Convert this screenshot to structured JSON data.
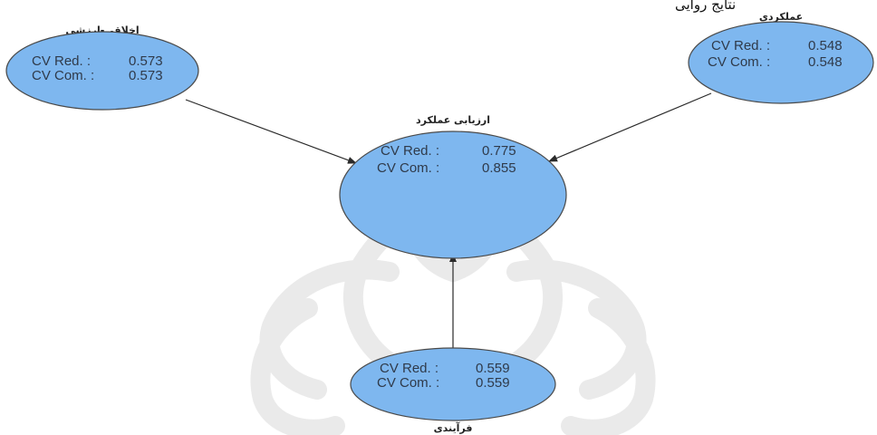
{
  "header_fragment": "نتایج روایی",
  "colors": {
    "node_fill": "#7eb7ef",
    "node_stroke": "#4a4a4a",
    "edge": "#2a2a2a",
    "watermark": "#d9d9d9"
  },
  "nodes": {
    "ethical": {
      "title": "اخلاقی-ارزشی",
      "red_label": "CV Red. :",
      "red_value": "0.573",
      "com_label": "CV Com. :",
      "com_value": "0.573"
    },
    "functional": {
      "title": "عملکردی",
      "red_label": "CV Red. :",
      "red_value": "0.548",
      "com_label": "CV Com. :",
      "com_value": "0.548"
    },
    "performance": {
      "title": "ارزیابی عملکرد",
      "red_label": "CV Red. :",
      "red_value": "0.775",
      "com_label": "CV Com. :",
      "com_value": "0.855"
    },
    "process": {
      "title": "فرآیندی",
      "red_label": "CV Red. :",
      "red_value": "0.559",
      "com_label": "CV Com. :",
      "com_value": "0.559"
    }
  },
  "edges": [
    {
      "from": "اخلاقی-ارزشی",
      "to": "ارزیابی عملکرد"
    },
    {
      "from": "عملکردی",
      "to": "ارزیابی عملکرد"
    },
    {
      "from": "فرآیندی",
      "to": "ارزیابی عملکرد"
    }
  ]
}
